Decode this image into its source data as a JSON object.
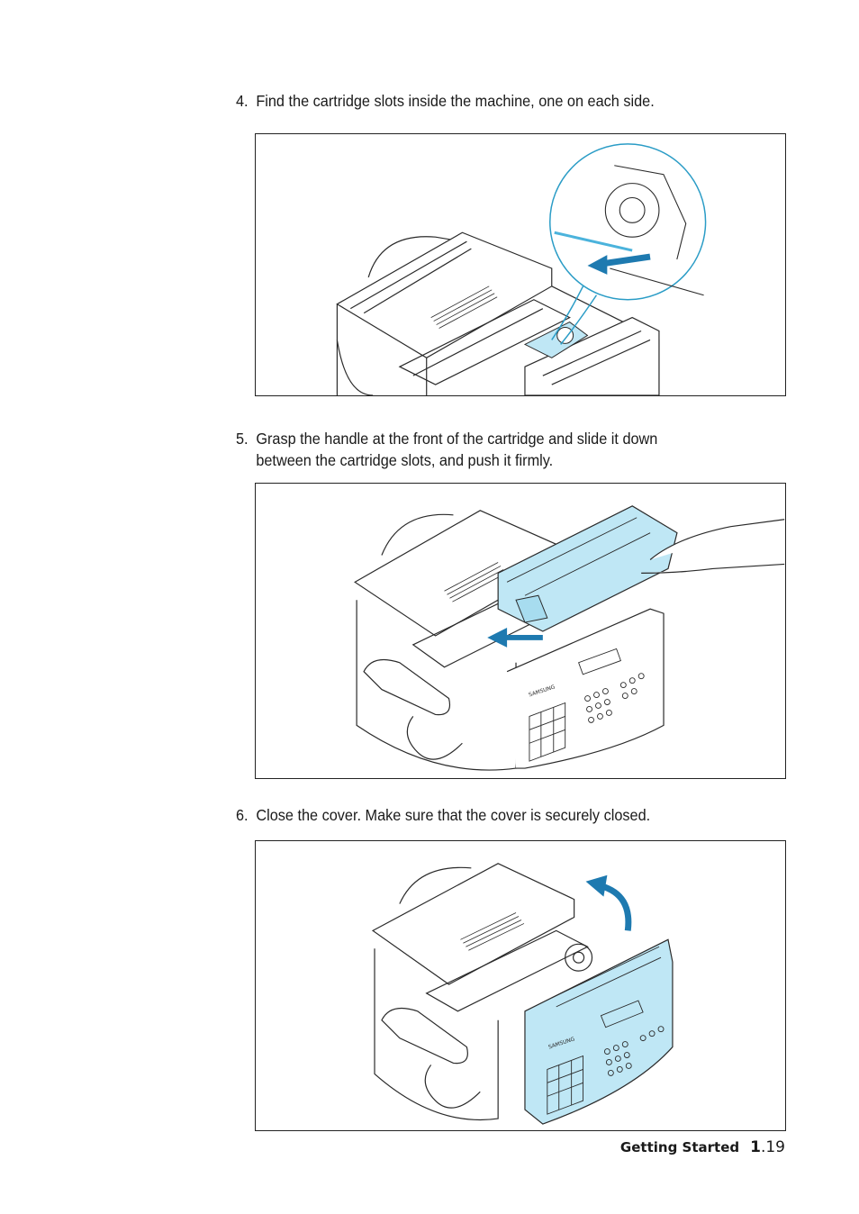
{
  "steps": [
    {
      "number": "4.",
      "text": "Find the cartridge slots inside the machine, one on each side."
    },
    {
      "number": "5.",
      "line1": "Grasp the handle at the front of the cartridge and slide it down",
      "line2": "between the cartridge slots, and push it firmly."
    },
    {
      "number": "6.",
      "text": "Close the cover. Make sure that the cover is securely closed."
    }
  ],
  "figures": [
    {
      "id": "find-slots"
    },
    {
      "id": "insert-cartridge",
      "brand": "SAMSUNG"
    },
    {
      "id": "close-cover",
      "brand": "SAMSUNG"
    }
  ],
  "footer": {
    "section": "Getting Started",
    "chapter": "1",
    "page": ".19"
  },
  "colors": {
    "accent_blue": "#1e7ab0",
    "highlight_cyan": "#bfe7f5",
    "line": "#2a2a2a"
  }
}
